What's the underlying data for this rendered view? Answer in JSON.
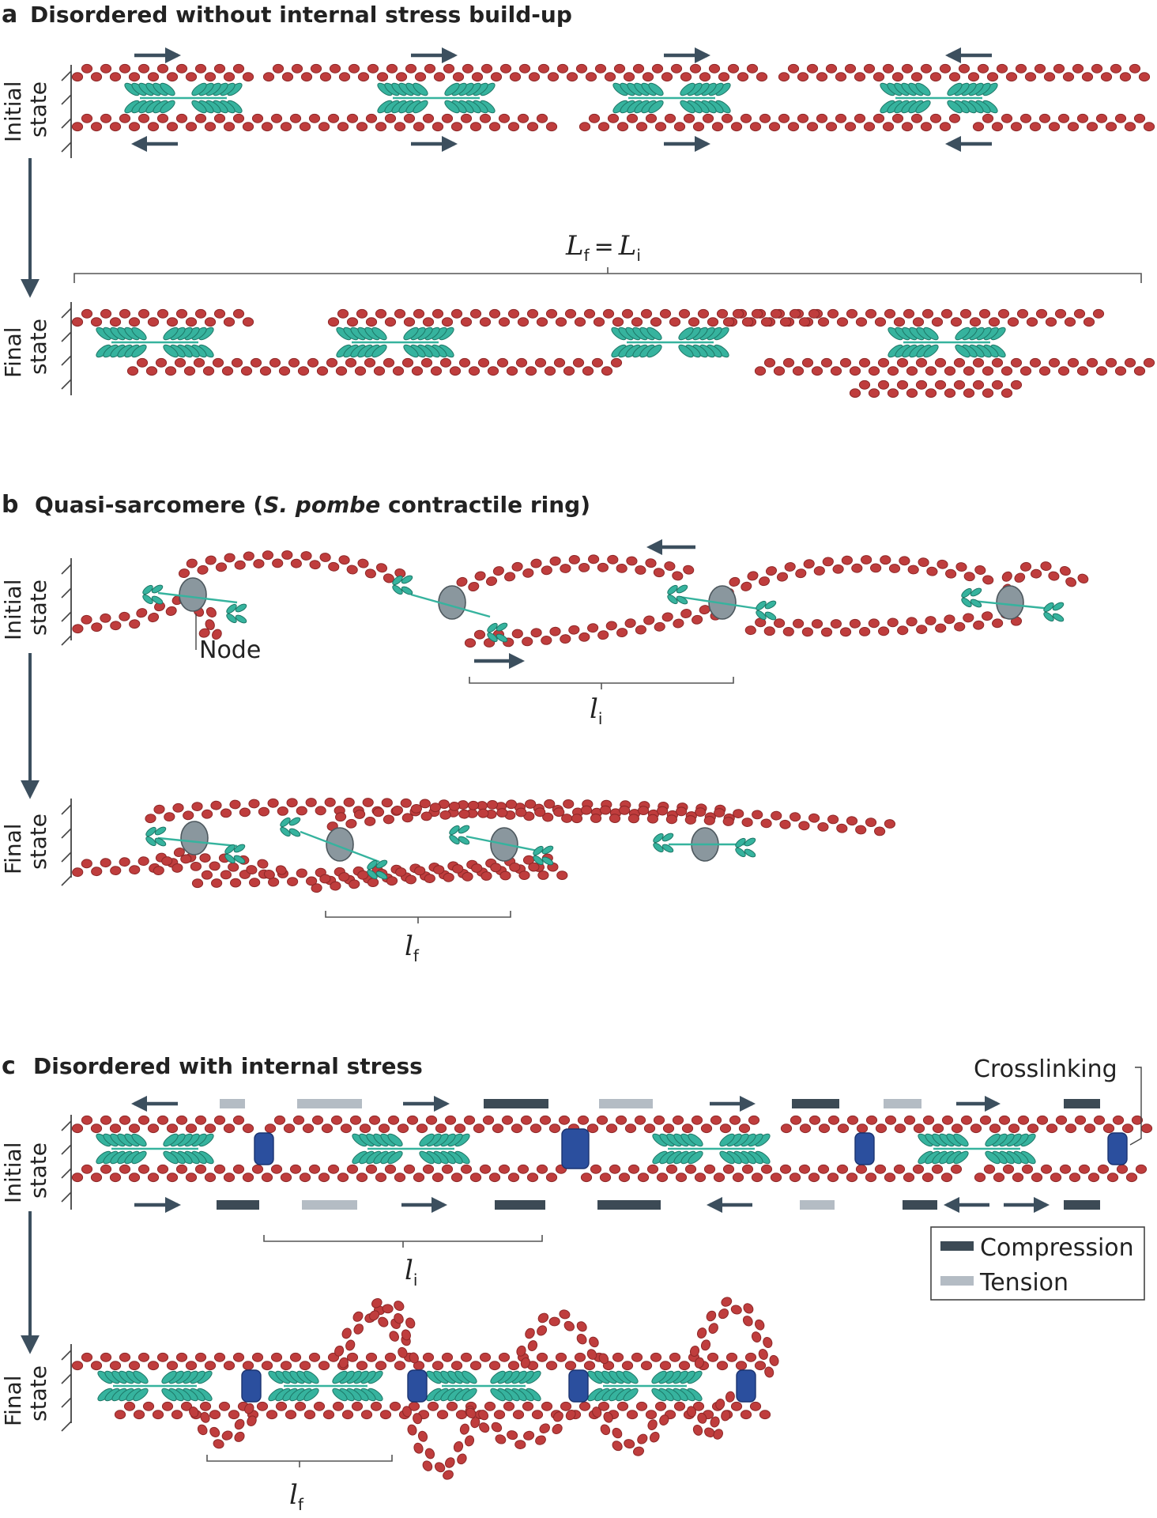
{
  "colors": {
    "actin": "#bf3d3d",
    "actin_dark": "#8e2828",
    "myosin": "#36b39e",
    "myosin_dark": "#1d7767",
    "node": "#8a979e",
    "crosslinker": "#2b4f9e",
    "arrow": "#3c4f5e",
    "compression": "#3c4a55",
    "tension": "#b4bcc4",
    "text": "#222222"
  },
  "panel_a": {
    "letter": "a",
    "title": "Disordered without internal stress build-up",
    "initial_label": [
      "Initial",
      "state"
    ],
    "final_label": [
      "Final",
      "state"
    ],
    "length_label": {
      "main": "L",
      "sub": "f",
      "eq": "=",
      "main2": "L",
      "sub2": "i"
    }
  },
  "panel_b": {
    "letter": "b",
    "title_prefix": "Quasi-sarcomere (",
    "title_italic_1": "S.",
    "title_italic_2": "pombe",
    "title_suffix": " contractile ring)",
    "initial_label": [
      "Initial",
      "state"
    ],
    "final_label": [
      "Final",
      "state"
    ],
    "node_label": "Node",
    "li_label": {
      "main": "l",
      "sub": "i"
    },
    "lf_label": {
      "main": "l",
      "sub": "f"
    }
  },
  "panel_c": {
    "letter": "c",
    "title": "Disordered with internal stress",
    "initial_label": [
      "Initial",
      "state"
    ],
    "final_label": [
      "Final",
      "state"
    ],
    "crosslinking_label": "Crosslinking",
    "li_label": {
      "main": "l",
      "sub": "i"
    },
    "lf_label": {
      "main": "l",
      "sub": "f"
    },
    "legend": [
      {
        "key": "compression",
        "label": "Compression"
      },
      {
        "key": "tension",
        "label": "Tension"
      }
    ]
  }
}
